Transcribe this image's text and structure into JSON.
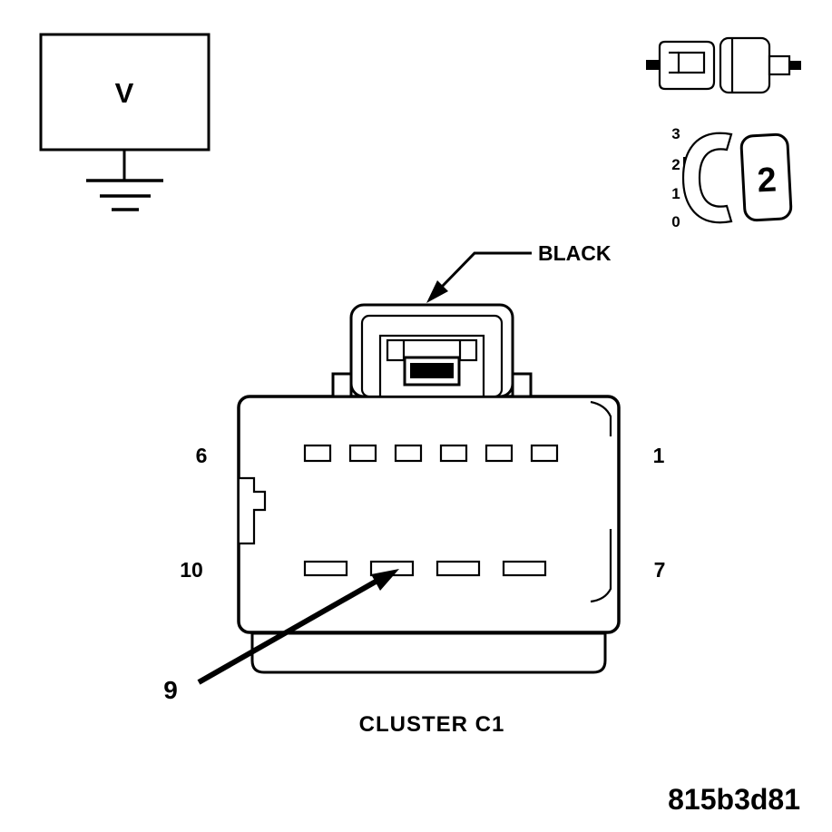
{
  "diagram": {
    "caption": "CLUSTER C1",
    "figure_code": "815b3d81",
    "voltmeter_label": "V",
    "wire_color": "BLACK",
    "terminal_callout": "2",
    "scale_labels": [
      "3",
      "2",
      "1",
      "0"
    ],
    "pins": {
      "top_left": "6",
      "top_right": "1",
      "bottom_left": "10",
      "bottom_right": "7",
      "arrow": "9"
    }
  }
}
